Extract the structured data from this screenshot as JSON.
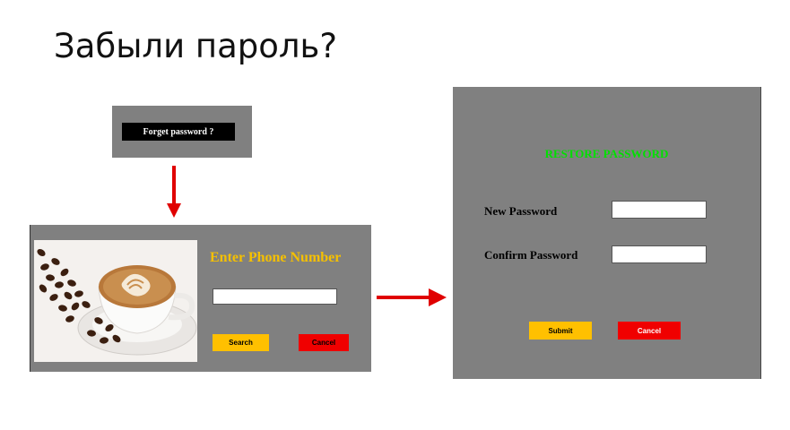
{
  "slide": {
    "title": "Забыли пароль?"
  },
  "forget": {
    "button_label": "Forget password ?"
  },
  "phone_form": {
    "title": "Enter Phone Number",
    "phone_value": "",
    "search_label": "Search",
    "cancel_label": "Cancel"
  },
  "restore_form": {
    "title": "RESTORE PASSWORD",
    "new_password_label": "New Password",
    "confirm_password_label": "Confirm Password",
    "new_password_value": "",
    "confirm_password_value": "",
    "submit_label": "Submit",
    "cancel_label": "Cancel"
  },
  "colors": {
    "panel": "#808080",
    "yellow_accent": "#f5c000",
    "green_accent": "#00e000",
    "cancel_red": "#f00000",
    "arrow_red": "#e00000"
  }
}
